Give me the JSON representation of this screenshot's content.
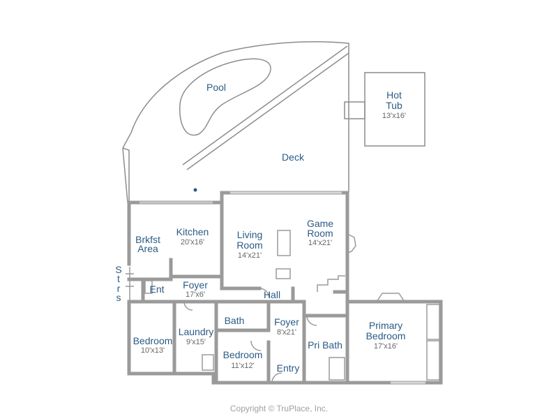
{
  "rooms": {
    "pool": {
      "name": "Pool"
    },
    "hot_tub": {
      "name_line1": "Hot",
      "name_line2": "Tub",
      "dim": "13'x16'"
    },
    "deck": {
      "name": "Deck"
    },
    "brkfst_area": {
      "name_line1": "Brkfst",
      "name_line2": "Area"
    },
    "kitchen": {
      "name": "Kitchen",
      "dim": "20'x16'"
    },
    "living_room": {
      "name_line1": "Living",
      "name_line2": "Room",
      "dim": "14'x21'"
    },
    "game_room": {
      "name_line1": "Game",
      "name_line2": "Room",
      "dim": "14'x21'"
    },
    "stairs": {
      "chars": [
        "S",
        "t",
        "r",
        "s"
      ]
    },
    "ent": {
      "name": "Ent"
    },
    "foyer_west": {
      "name": "Foyer",
      "dim": "17'x6'"
    },
    "hall": {
      "name": "Hall"
    },
    "bath": {
      "name": "Bath"
    },
    "foyer_center": {
      "name": "Foyer",
      "dim": "8'x21'"
    },
    "primary_bedroom": {
      "name_line1": "Primary",
      "name_line2": "Bedroom",
      "dim": "17'x16'"
    },
    "bedroom_west": {
      "name": "Bedroom",
      "dim": "10'x13'"
    },
    "laundry": {
      "name": "Laundry",
      "dim": "9'x15'"
    },
    "bedroom_center": {
      "name": "Bedroom",
      "dim": "11'x12'"
    },
    "pri_bath": {
      "name": "Pri Bath"
    },
    "entry": {
      "name": "Entry"
    }
  },
  "footer": {
    "copyright": "Copyright © TruPlace, Inc."
  }
}
